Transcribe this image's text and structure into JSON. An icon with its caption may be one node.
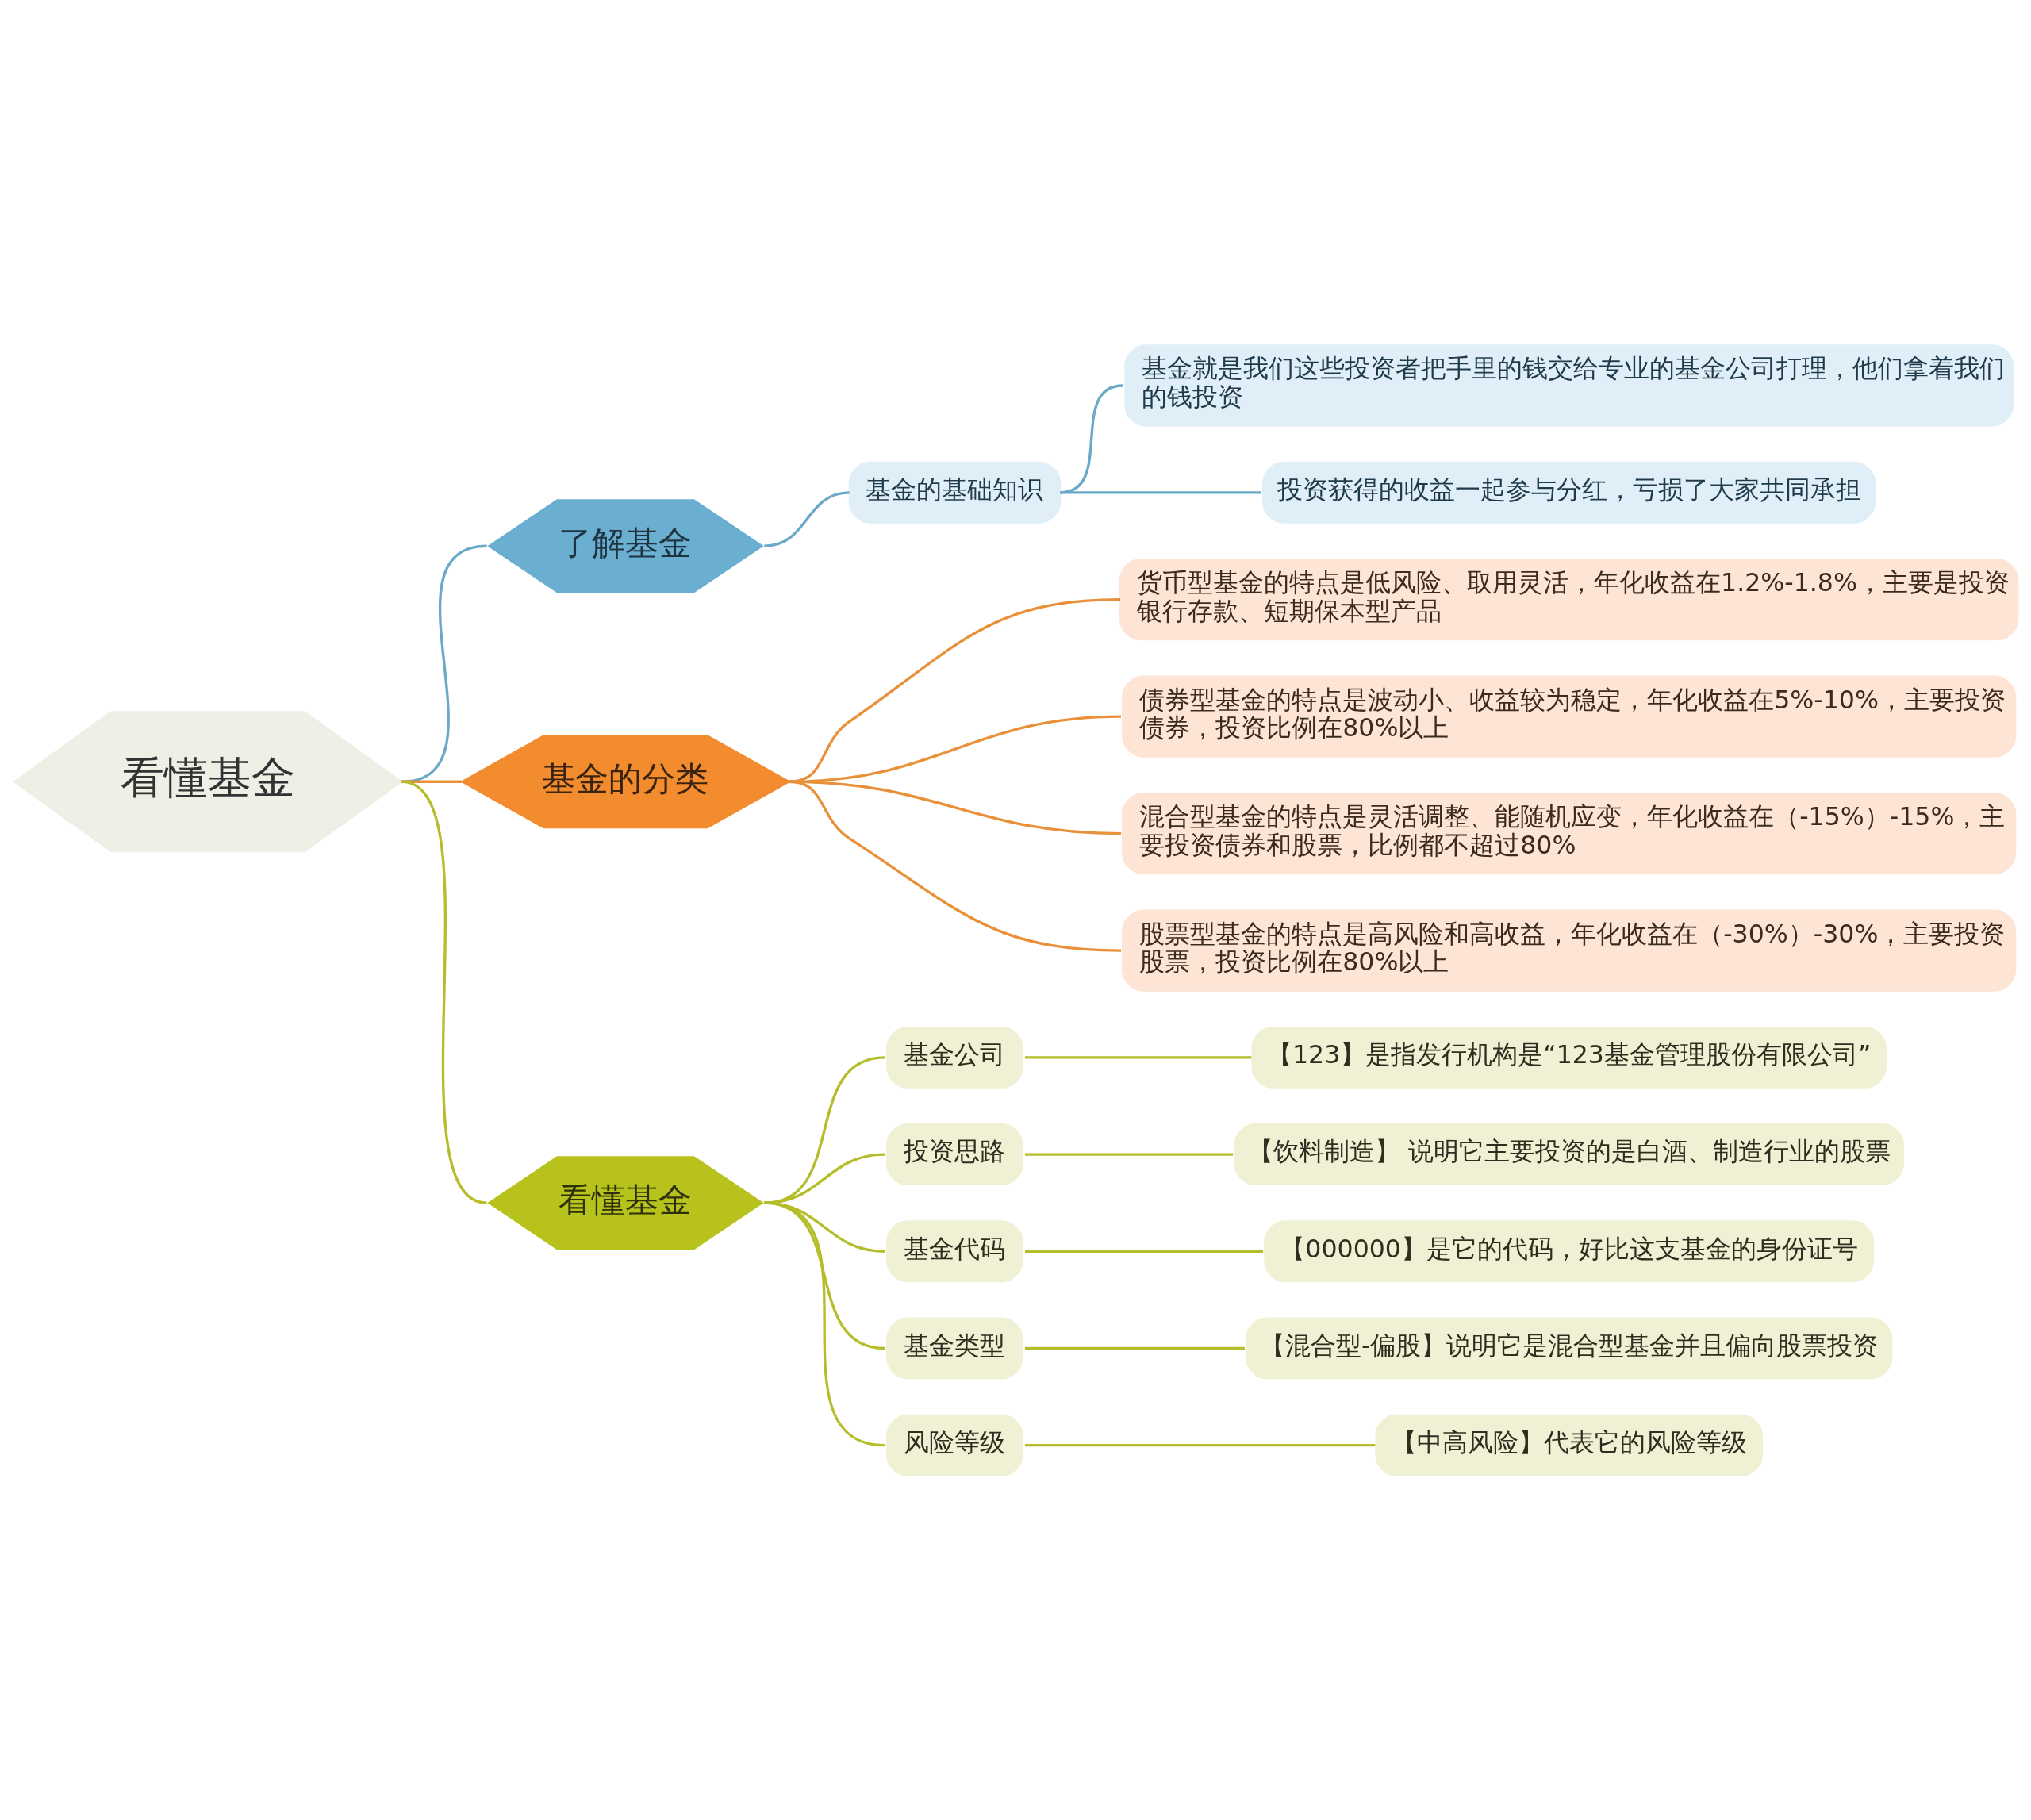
{
  "diagram": {
    "nodes": [
      {
        "text": [
          "看懂基金"
        ]
      },
      {
        "text": [
          "了解基金"
        ]
      },
      {
        "text": [
          "基金的基础知识"
        ]
      },
      {
        "text": [
          "基金就是我们这些投资者把手里的钱交给专业的基金公司打理，他们拿着我们的钱投资"
        ]
      },
      {
        "text": [
          "投资获得的收益一起参与分红，亏损了大家共同承担"
        ]
      },
      {
        "text": [
          "基金的分类"
        ]
      },
      {
        "text": [
          "货币型基金的特点是低风险、取用灵活，年化收益在1.2%-1.8%，主要是投资银行存款、短期保本型产品"
        ]
      },
      {
        "text": [
          "债券型基金的特点是波动小、收益较为稳定，年化收益在5%-10%，主要投资债券，投资比例在80%以上"
        ]
      },
      {
        "text": [
          "混合型基金的特点是灵活调整、能随机应变，年化收益在（-15%）-15%，主要投资债券和股票，比例都不超过80%"
        ]
      },
      {
        "text": [
          "股票型基金的特点是高风险和高收益，年化收益在（-30%）-30%，主要投资股票，投资比例在80%以上"
        ]
      },
      {
        "text": [
          "看懂基金"
        ]
      },
      {
        "text": [
          "基金公司"
        ]
      },
      {
        "text": [
          "【123】是指发行机构是“123基金管理股份有限公司”"
        ]
      },
      {
        "text": [
          "投资思路"
        ]
      },
      {
        "text": [
          "【饮料制造】 说明它主要投资的是白酒、制造行业的股票"
        ]
      },
      {
        "text": [
          "基金代码"
        ]
      },
      {
        "text": [
          "【000000】是它的代码，好比这支基金的身份证号"
        ]
      },
      {
        "text": [
          "基金类型"
        ]
      },
      {
        "text": [
          "【混合型-偏股】说明它是混合型基金并且偏向股票投资"
        ]
      },
      {
        "text": [
          "风险等级"
        ]
      },
      {
        "text": [
          "【中高风险】代表它的风险等级"
        ]
      }
    ],
    "edges": [
      {
        "from": 0,
        "to": 1,
        "arrow": "none",
        "color": "#6aaac8"
      },
      {
        "from": 1,
        "to": 2,
        "arrow": "none",
        "color": "#6aaac8"
      },
      {
        "from": 2,
        "to": 3,
        "arrow": "none",
        "color": "#6aaac8"
      },
      {
        "from": 2,
        "to": 4,
        "arrow": "none",
        "color": "#6aaac8"
      },
      {
        "from": 0,
        "to": 5,
        "arrow": "none",
        "color": "#e8913a"
      },
      {
        "from": 5,
        "to": 6,
        "arrow": "none",
        "color": "#e8913a"
      },
      {
        "from": 5,
        "to": 7,
        "arrow": "none",
        "color": "#e8913a"
      },
      {
        "from": 5,
        "to": 8,
        "arrow": "none",
        "color": "#e8913a"
      },
      {
        "from": 5,
        "to": 9,
        "arrow": "none",
        "color": "#e8913a"
      },
      {
        "from": 0,
        "to": 10,
        "arrow": "none"
      },
      {
        "from": 10,
        "to": 11,
        "arrow": "none"
      },
      {
        "from": 10,
        "to": 13,
        "arrow": "none"
      },
      {
        "from": 10,
        "to": 15,
        "arrow": "none"
      },
      {
        "from": 10,
        "to": 17,
        "arrow": "none"
      },
      {
        "from": 10,
        "to": 19,
        "arrow": "none"
      },
      {
        "from": 11,
        "to": 12,
        "arrow": "none"
      },
      {
        "from": 13,
        "to": 14,
        "arrow": "none"
      },
      {
        "from": 15,
        "to": 16,
        "arrow": "none"
      },
      {
        "from": 17,
        "to": 18,
        "arrow": "none"
      },
      {
        "from": 19,
        "to": 20,
        "arrow": "none"
      }
    ]
  }
}
